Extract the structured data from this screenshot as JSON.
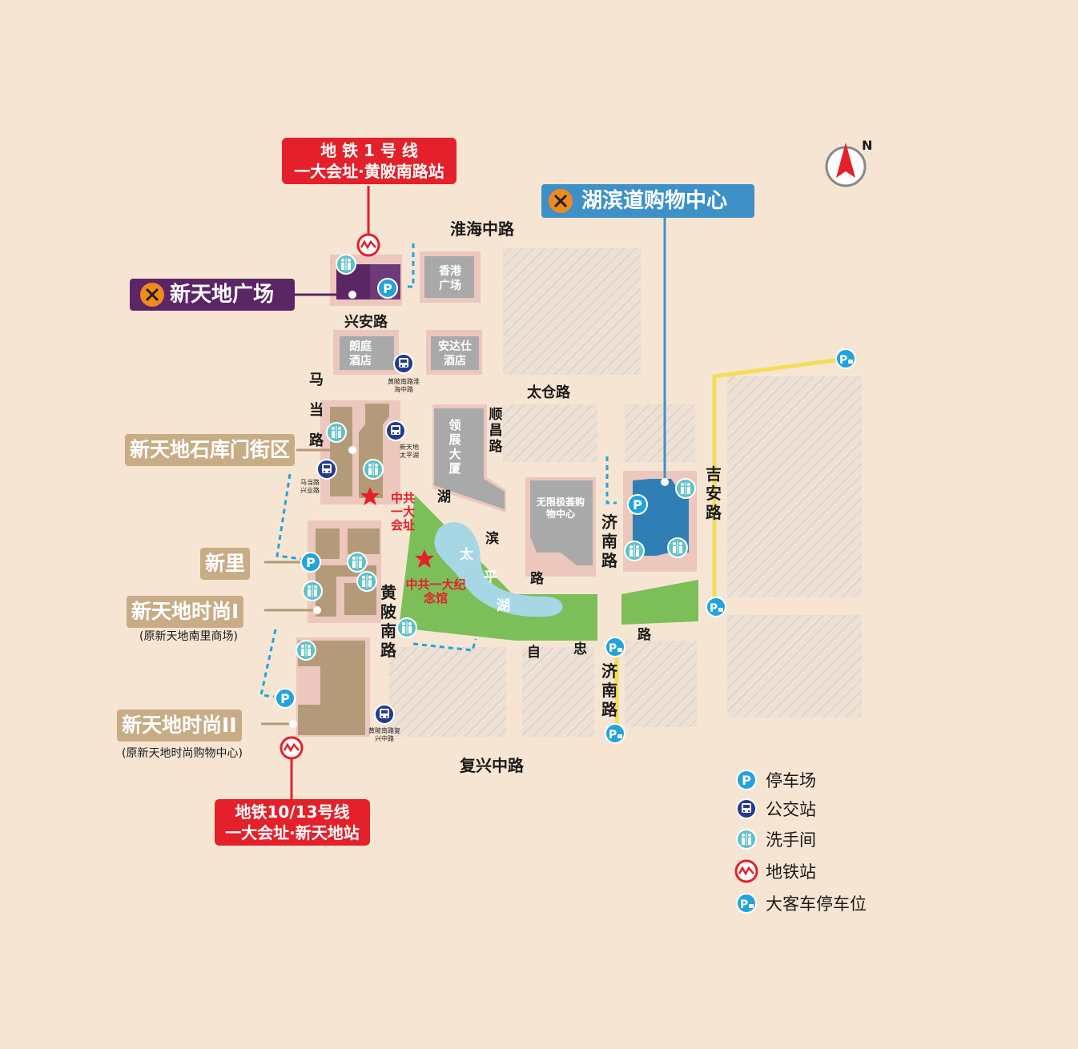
{
  "map": {
    "north_label": "N",
    "roads": {
      "huaihai": "淮海中路",
      "xingan": "兴安路",
      "madang": "马当路",
      "taicang": "太仓路",
      "shunchang": "顺昌路",
      "hubin": "湖滨路",
      "jinan_north": "济南路",
      "jian": "吉安路",
      "huangpi": "黄陂南路",
      "zizhong": "自忠路",
      "jinan_south": "济南路",
      "fuxing": "复兴中路"
    },
    "venues": {
      "xintiandi_plaza": "新天地广场",
      "hubindao": "湖滨道购物中心",
      "shikumen": "新天地石库门街区",
      "xinli": "新里",
      "style1": "新天地时尚I",
      "style1_sub": "(原新天地南里商场)",
      "style2": "新天地时尚II",
      "style2_sub": "(原新天地时尚购物中心)"
    },
    "metro": {
      "line1_l1": "地 铁 1 号 线",
      "line1_l2": "一大会址·黄陂南路站",
      "line1013_l1": "地铁10/13号线",
      "line1013_l2": "一大会址·新天地站"
    },
    "buildings": {
      "hongkong_plaza": "香港广场",
      "langting": "朗庭酒店",
      "andaz": "安达仕酒店",
      "lingzhan": "领展大厦",
      "wuxian": "无限极荟购物中心"
    },
    "landmarks": {
      "site": "中共一大会址",
      "memorial": "中共一大纪念馆",
      "lake": "太平湖"
    },
    "bus_stops": {
      "huangpi_huaihai": "黄陂南路淮海中路",
      "xintiandi_taipinghu": "新天地太平湖",
      "madang_xingye": "马当路兴业路",
      "huangpi_fuxing": "黄陂南路复兴中路"
    },
    "colors": {
      "background": "#f7e5d3",
      "metro_red": "#e4202a",
      "parking_blue": "#22a3dc",
      "bus_navy": "#253a8c",
      "restroom_teal": "#5fc1c8",
      "park_green": "#7cbf59",
      "lake_blue": "#a7d7e4",
      "hubindao_blue": "#2f7fb4",
      "plaza_purple": "#5b2566",
      "coach_route_yellow": "#f2de55",
      "venue_gold": "#c8ac86",
      "building_gray": "#a9a9a9"
    },
    "icons": [
      "parking-icon",
      "bus-stop-icon",
      "restroom-icon",
      "metro-icon",
      "coach-parking-icon",
      "restaurant-icon",
      "compass-icon",
      "star-icon"
    ]
  },
  "legend": {
    "parking": "停车场",
    "bus": "公交站",
    "restroom": "洗手间",
    "metro": "地铁站",
    "coach": "大客车停车位"
  }
}
